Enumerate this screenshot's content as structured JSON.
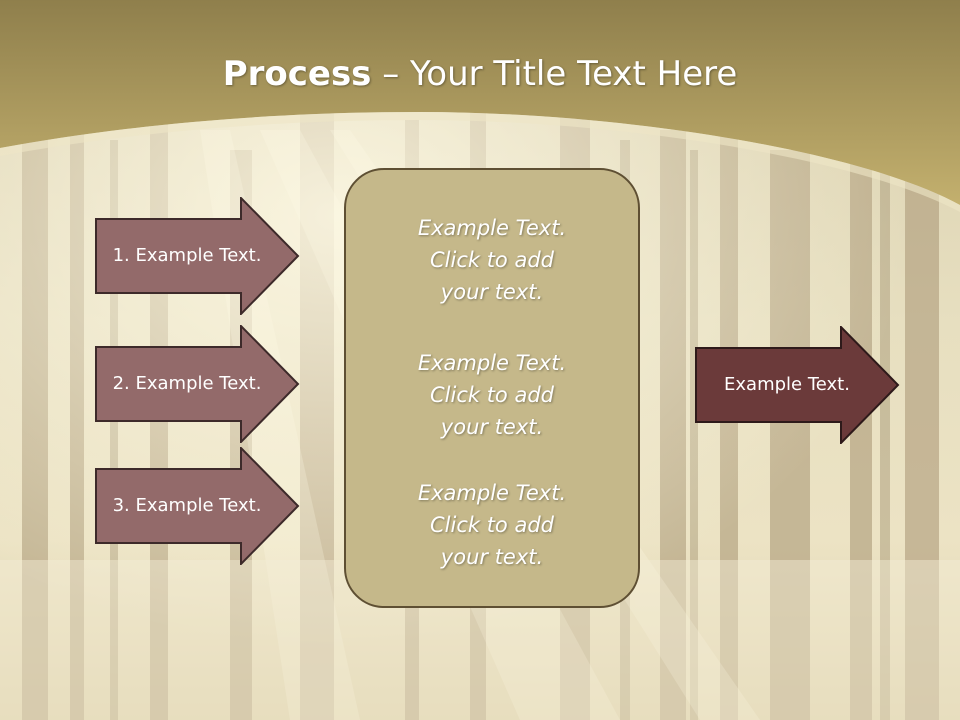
{
  "slide": {
    "title_bold": "Process",
    "title_rest": " – Your Title Text Here",
    "left_arrows": [
      {
        "label": "1. Example Text."
      },
      {
        "label": "2. Example Text."
      },
      {
        "label": "3. Example Text."
      }
    ],
    "center_blocks": [
      {
        "line1": "Example Text.",
        "line2": "Click  to add",
        "line3": "your text."
      },
      {
        "line1": "Example Text.",
        "line2": "Click  to add",
        "line3": "your text."
      },
      {
        "line1": "Example Text.",
        "line2": "Click  to add",
        "line3": "your text."
      }
    ],
    "right_arrow": {
      "label": "Example Text."
    }
  },
  "colors": {
    "header_gold": "#b29e5c",
    "left_arrow_fill": "#936a6a",
    "right_arrow_fill": "#6b3a3a",
    "center_box_fill": "#c5b88a",
    "forest_light": "#efe7c8"
  },
  "icons": {
    "background": "forest-sunlight-image"
  }
}
